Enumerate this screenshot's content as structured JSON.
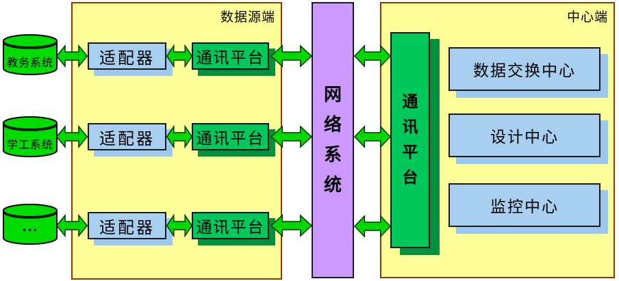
{
  "palette": {
    "panel_fill": "#FFFF99",
    "panel_border": "#993300",
    "adapter_fill": "#A9CFF0",
    "adapter_shadow": "#9CC8F2",
    "platform_fill": "#00C759",
    "platform_shadow": "#00913E",
    "network_fill": "#CC99FF",
    "cylinder_fill": "#00DB00",
    "arrow_fill": "#00D800",
    "text_color": "#000000"
  },
  "left_panel": {
    "title": "数据源端",
    "rows": [
      {
        "source": "教务系统",
        "adapter": "适配器",
        "platform": "通讯平台"
      },
      {
        "source": "学工系统",
        "adapter": "适配器",
        "platform": "通讯平台"
      },
      {
        "source": "...",
        "adapter": "适配器",
        "platform": "通讯平台"
      }
    ]
  },
  "network": {
    "label": "网\n络\n系\n统"
  },
  "center_panel": {
    "title": "中心端",
    "platform": "通\n讯\n平\n台",
    "boxes": [
      {
        "label": "数据交换中心"
      },
      {
        "label": "设计中心"
      },
      {
        "label": "监控中心"
      }
    ]
  }
}
